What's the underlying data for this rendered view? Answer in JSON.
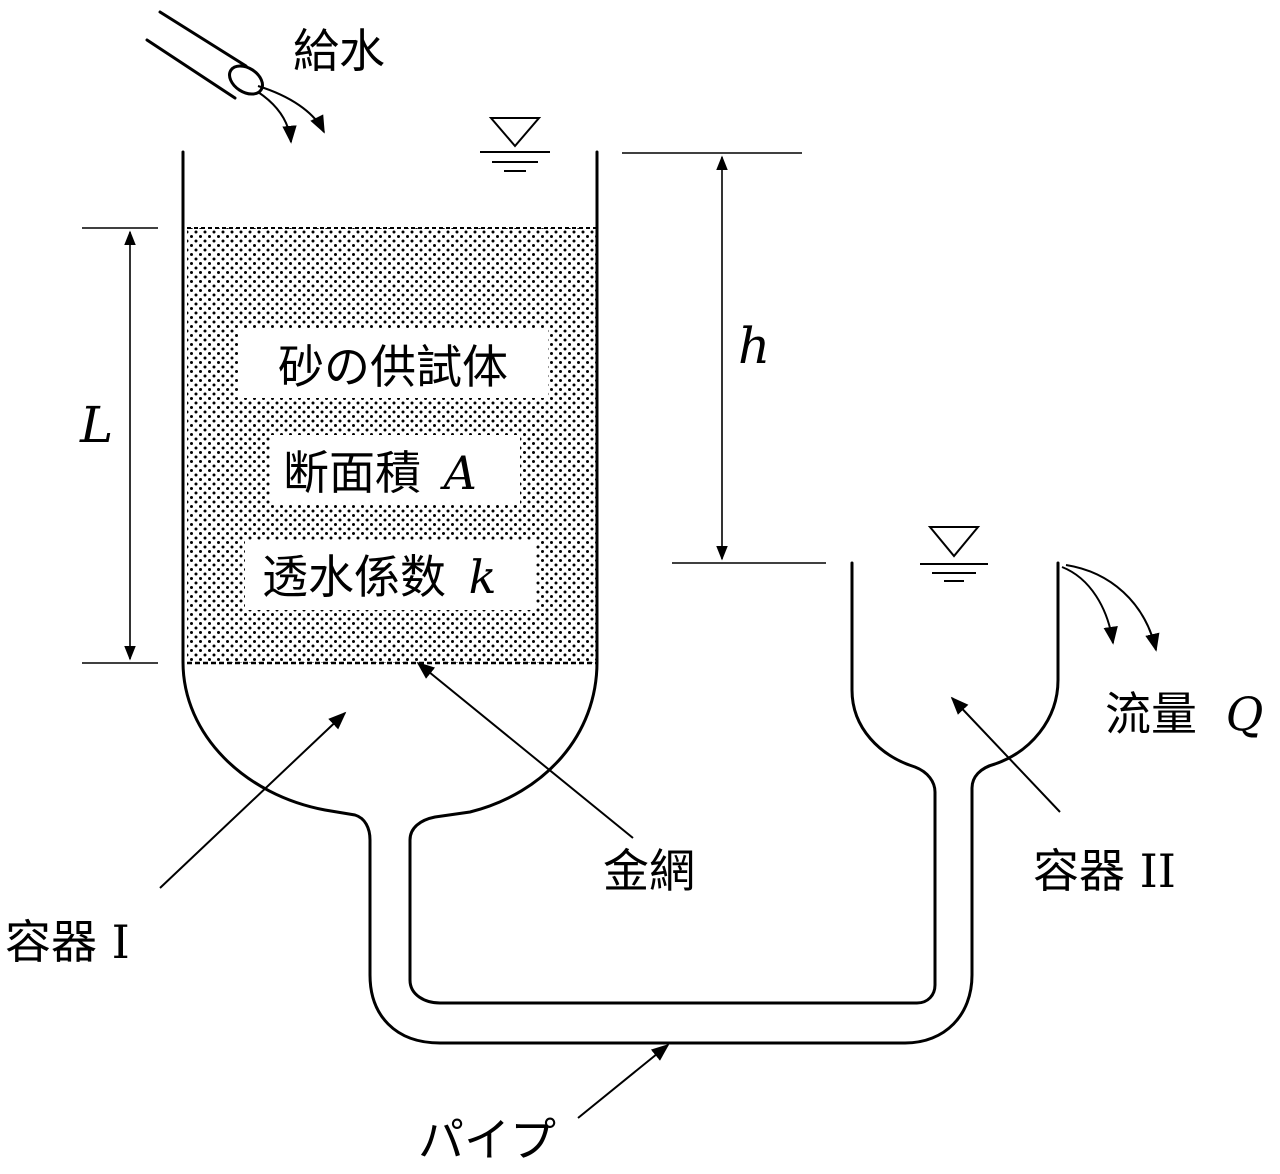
{
  "labels": {
    "water_supply": "給水",
    "sample": "砂の供試体",
    "area": "断面積",
    "area_symbol": "A",
    "permeability": "透水係数",
    "permeability_symbol": "k",
    "length_symbol": "L",
    "head_symbol": "h",
    "wire_mesh": "金網",
    "container_1": "容器 I",
    "container_2": "容器 II",
    "flow": "流量",
    "flow_symbol": "Q",
    "pipe": "パイプ"
  }
}
